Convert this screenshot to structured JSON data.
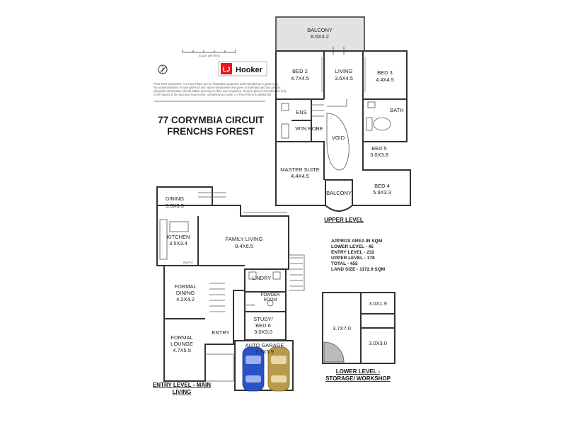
{
  "title": {
    "line1": "77 CORYMBIA CIRCUIT",
    "line2": "FRENCHS FOREST"
  },
  "brand": {
    "name": "LJ Hooker",
    "mark": "LJ",
    "word": "Hooker",
    "color": "#e8141c",
    "scale_label": "SCALE (METRES)"
  },
  "disclaimer": {
    "lines": [
      "Floor Plan Disclaimer: CJ Floor Plans are for illustrative purposes and intended as a guide only.",
      "No representations or warranties of any nature whatsoever are given or intended and any person",
      "using this information should obtain and rely on their own enquiries. Generic plan is an indication only",
      "of the layout of the land and may not be completely accurate.      CJ Floor Plans 0434564136"
    ]
  },
  "levels": {
    "upper": "UPPER LEVEL",
    "entry_line1": "ENTRY LEVEL - MAIN",
    "entry_line2": "LIVING",
    "lower_line1": "LOWER LEVEL -",
    "lower_line2": "STORAGE/ WORKSHOP"
  },
  "rooms": {
    "balcony_top": {
      "name": "BALCONY",
      "dim": "8.5X3.2"
    },
    "bed2": {
      "name": "BED 2",
      "dim": "4.7X4.5"
    },
    "living_upper": {
      "name": "LIVING",
      "dim": "3.6X4.5"
    },
    "bed3": {
      "name": "BED 3",
      "dim": "4.4X4.5"
    },
    "ens": {
      "name": "ENS"
    },
    "bath": {
      "name": "BATH"
    },
    "win_robe": {
      "name": "W'IN ROBE"
    },
    "void": {
      "name": "VOID"
    },
    "bed5": {
      "name": "BED 5",
      "dim": "3.0X3.8"
    },
    "master": {
      "name": "MASTER SUITE",
      "dim": "4.4X4.5"
    },
    "balcony_small": {
      "name": "BALCONY"
    },
    "bed4": {
      "name": "BED 4",
      "dim": "5.9X3.3"
    },
    "dining": {
      "name": "DINING",
      "dim": "3.5X3.5"
    },
    "kitchen": {
      "name": "KITCHEN",
      "dim": "3.5X3.4"
    },
    "family": {
      "name": "FAMILY LIVING",
      "dim": "8.4X6.5"
    },
    "pantry": {
      "name": "PANTRY"
    },
    "formal_dining": {
      "name1": "FORMAL",
      "name2": "DINING",
      "dim": "4.2X4.2"
    },
    "laundry": {
      "name": "L'NDRY"
    },
    "powder": {
      "name1": "POWDER",
      "name2": "ROOM"
    },
    "store": {
      "name": "STORE"
    },
    "study": {
      "name1": "STUDY/",
      "name2": "BED 6",
      "dim": "3.0X3.0"
    },
    "formal_lounge": {
      "name1": "FORMAL",
      "name2": "LOUNGE",
      "dim": "4.7X5.5"
    },
    "entry": {
      "name": "ENTRY"
    },
    "garage": {
      "name": "AUTO GARAGE",
      "dim": "5.9X5.9"
    },
    "lower_a": {
      "dim": "3.0X1.9"
    },
    "lower_b": {
      "dim": "3.7X7.0"
    },
    "lower_c": {
      "dim": "3.0X3.0"
    }
  },
  "area_summary": {
    "heading": "APPROX AREA IN SQM",
    "lower": "LOWER LEVEL - 45",
    "entry": "ENTRY LEVEL - 232",
    "upper": "UPPER LEVEL - 178",
    "total": "TOTAL - 455",
    "land": "LAND SIZE - 1172.9 SQM"
  },
  "colors": {
    "car_blue": "#2a52c8",
    "car_gold": "#b89a4a",
    "balcony_fill": "#e2e2e2"
  }
}
